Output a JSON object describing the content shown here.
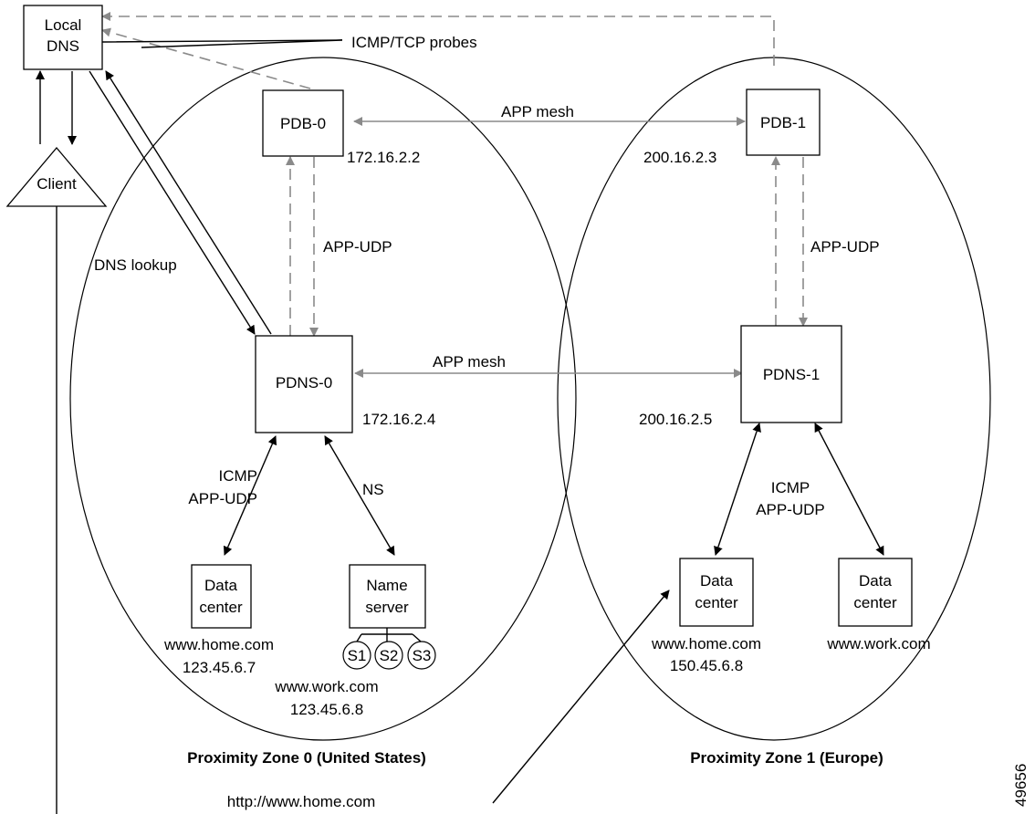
{
  "nodes": {
    "local_dns": [
      "Local",
      "DNS"
    ],
    "client": "Client",
    "pdb0": "PDB-0",
    "pdb1": "PDB-1",
    "pdns0": "PDNS-0",
    "pdns1": "PDNS-1",
    "dc0": [
      "Data",
      "center"
    ],
    "ns0": [
      "Name",
      "server"
    ],
    "dc1a": [
      "Data",
      "center"
    ],
    "dc1b": [
      "Data",
      "center"
    ],
    "servers": [
      "S1",
      "S2",
      "S3"
    ]
  },
  "addresses": {
    "pdb0": "172.16.2.2",
    "pdb1": "200.16.2.3",
    "pdns0": "172.16.2.4",
    "pdns1": "200.16.2.5",
    "dc0": [
      "www.home.com",
      "123.45.6.7"
    ],
    "ns0": [
      "www.work.com",
      "123.45.6.8"
    ],
    "dc1a": [
      "www.home.com",
      "150.45.6.8"
    ],
    "dc1b": "www.work.com"
  },
  "links": {
    "probes": "ICMP/TCP probes",
    "app_mesh_top": "APP mesh",
    "app_mesh_mid": "APP mesh",
    "app_udp_0": "APP-UDP",
    "app_udp_1": "APP-UDP",
    "dns_lookup": "DNS lookup",
    "icmp_0": [
      "ICMP",
      "APP-UDP"
    ],
    "icmp_1": [
      "ICMP",
      "APP-UDP"
    ],
    "ns": "NS"
  },
  "zones": {
    "zone0": "Proximity Zone 0 (United States)",
    "zone1": "Proximity Zone 1 (Europe)"
  },
  "url": "http://www.home.com",
  "figure_id": "49656"
}
